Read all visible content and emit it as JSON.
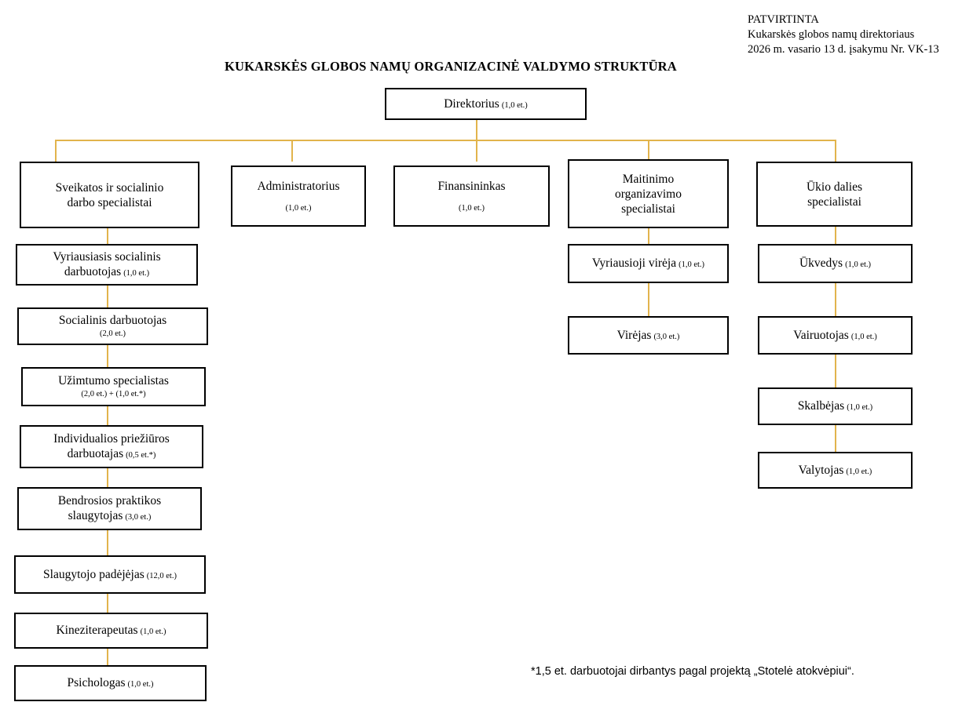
{
  "document": {
    "title": "KUKARSKĖS GLOBOS NAMŲ ORGANIZACINĖ VALDYMO STRUKTŪRA",
    "approval": {
      "line1": "PATVIRTINTA",
      "line2": "Kukarskės globos namų direktoriaus",
      "line3": "2026 m. vasario 13 d. įsakymu Nr. VK-13"
    },
    "footnote": "*1,5 et. darbuotojai dirbantys pagal projektą „Stotelė atokvėpiui“."
  },
  "colors": {
    "connector": "#E2B44C",
    "border": "#000000",
    "text": "#000000",
    "background": "#FFFFFF"
  },
  "chart_data": {
    "type": "org-chart",
    "root": {
      "id": "direktorius",
      "label": "Direktorius",
      "fte": "(1,0 et.)",
      "layout": "inline"
    },
    "branches": [
      {
        "id": "sveikatos",
        "label": "Sveikatos ir socialinio darbo specialistai",
        "label_line1": "Sveikatos ir socialinio",
        "label_line2": "darbo specialistai",
        "fte": "",
        "layout": "two-line",
        "children": [
          {
            "id": "vyriausiasis-socialinis-darbuotojas",
            "label_line1": "Vyriausiasis socialinis",
            "label_line2": "darbuotojas",
            "fte": "(1,0 et.)",
            "layout": "two-line-inline-fte"
          },
          {
            "id": "socialinis-darbuotojas",
            "label_line1": "Socialinis darbuotojas",
            "label_line2": "",
            "fte": "(2,0 et.)",
            "layout": "stacked"
          },
          {
            "id": "uzimtumo-specialistas",
            "label_line1": "Užimtumo specialistas",
            "label_line2": "",
            "fte": "(2,0 et.) + (1,0 et.*)",
            "layout": "stacked"
          },
          {
            "id": "individualios-prieziuros-darbuotajas",
            "label_line1": "Individualios priežiūros",
            "label_line2": "darbuotajas",
            "fte": "(0,5 et.*)",
            "layout": "two-line-inline-fte"
          },
          {
            "id": "bendrosios-praktikos-slaugytojas",
            "label_line1": "Bendrosios praktikos",
            "label_line2": "slaugytojas",
            "fte": "(3,0 et.)",
            "layout": "two-line-inline-fte"
          },
          {
            "id": "slaugytojo-padejejas",
            "label_line1": "Slaugytojo padėjėjas",
            "label_line2": "",
            "fte": "(12,0 et.)",
            "layout": "inline"
          },
          {
            "id": "kineziterapeutas",
            "label_line1": "Kineziterapeutas",
            "label_line2": "",
            "fte": "(1,0 et.)",
            "layout": "inline"
          },
          {
            "id": "psichologas",
            "label_line1": "Psichologas",
            "label_line2": "",
            "fte": "(1,0 et.)",
            "layout": "inline"
          }
        ]
      },
      {
        "id": "administratorius",
        "label": "Administratorius",
        "label_line1": "Administratorius",
        "label_line2": "",
        "fte": "(1,0 et.)",
        "layout": "stacked-gap",
        "children": []
      },
      {
        "id": "finansininkas",
        "label": "Finansininkas",
        "label_line1": "Finansininkas",
        "label_line2": "",
        "fte": "(1,0 et.)",
        "layout": "stacked-gap",
        "children": []
      },
      {
        "id": "maitinimo-organizavimo-specialistai",
        "label": "Maitinimo organizavimo specialistai",
        "label_line1": "Maitinimo",
        "label_line2": "organizavimo",
        "label_line3": "specialistai",
        "fte": "",
        "layout": "three-line",
        "children": [
          {
            "id": "vyriausioji-vireja",
            "label_line1": "Vyriausioji virėja",
            "label_line2": "",
            "fte": "(1,0 et.)",
            "layout": "inline"
          },
          {
            "id": "virejas",
            "label_line1": "Virėjas",
            "label_line2": "",
            "fte": "(3,0 et.)",
            "layout": "inline"
          }
        ]
      },
      {
        "id": "ukio-dalies-specialistai",
        "label": "Ūkio dalies specialistai",
        "label_line1": "Ūkio dalies",
        "label_line2": "specialistai",
        "fte": "",
        "layout": "two-line",
        "children": [
          {
            "id": "ukvedys",
            "label_line1": "Ūkvedys",
            "label_line2": "",
            "fte": "(1,0 et.)",
            "layout": "inline"
          },
          {
            "id": "vairuotojas",
            "label_line1": "Vairuotojas",
            "label_line2": "",
            "fte": "(1,0 et.)",
            "layout": "inline"
          },
          {
            "id": "skalbejas",
            "label_line1": "Skalbėjas",
            "label_line2": "",
            "fte": "(1,0 et.)",
            "layout": "inline"
          },
          {
            "id": "valytojas",
            "label_line1": "Valytojas",
            "label_line2": "",
            "fte": "(1,0 et.)",
            "layout": "inline"
          }
        ]
      }
    ]
  }
}
